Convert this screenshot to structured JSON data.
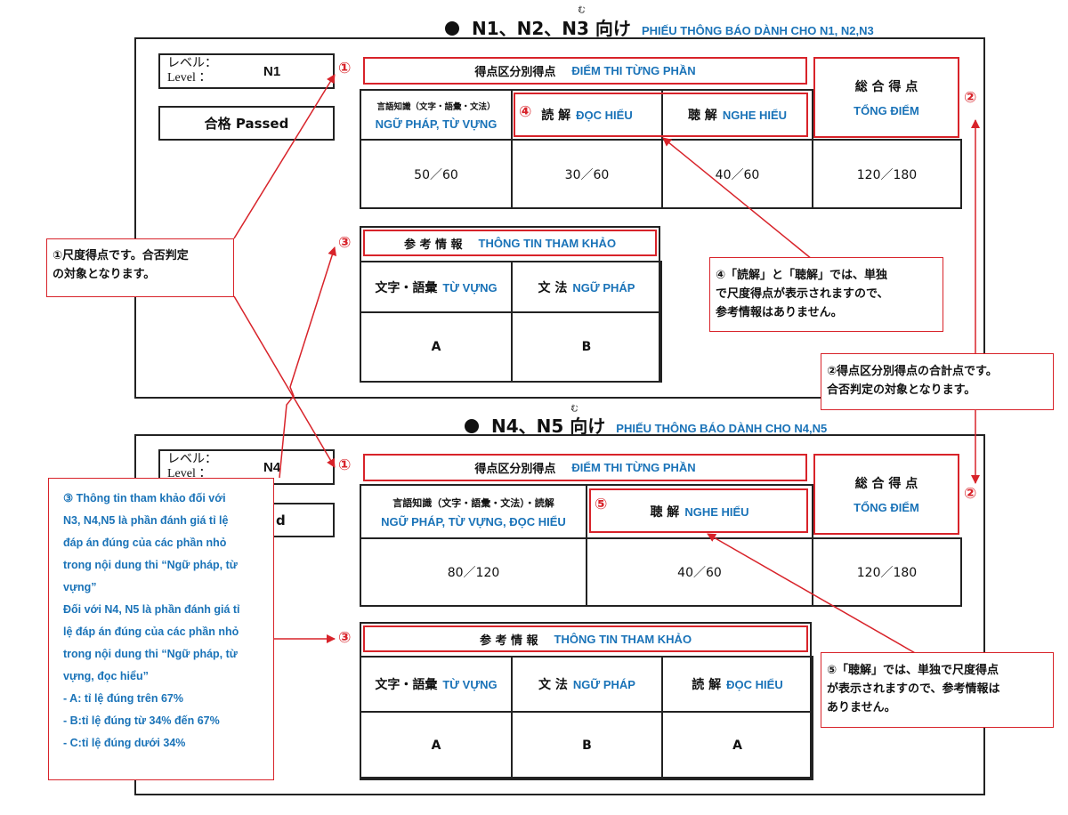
{
  "section_n1": {
    "title": "N1、N2、N3 向け",
    "furigana": "む",
    "subtitle": "PHIẾU THÔNG BÁO DÀNH CHO N1, N2,N3",
    "level_label_jp": "レベル：",
    "level_label_en": "Level ：",
    "level_value": "N1",
    "passed": "合格  Passed",
    "marker1": "①",
    "marker2": "②",
    "marker3": "③",
    "marker4": "④",
    "section_header_jp": "得点区分別得点",
    "section_header_vi": "ĐIỂM THI TỪNG PHẦN",
    "col1_jp": "言語知識（文字・語彙・文法）",
    "col1_vi": "NGỮ PHÁP, TỪ VỰNG",
    "col2_jp": "読 解",
    "col2_vi": "ĐỌC HIỂU",
    "col3_jp": "聴 解",
    "col3_vi": "NGHE HIỂU",
    "total_jp": "総 合 得 点",
    "total_vi": "TỔNG ĐIỂM",
    "scores": [
      "50／60",
      "30／60",
      "40／60",
      "120／180"
    ],
    "ref_header_jp": "参 考 情 報",
    "ref_header_vi": "THÔNG TIN THAM KHẢO",
    "ref_col1_jp": "文字・語彙",
    "ref_col1_vi": "TỪ VỰNG",
    "ref_col2_jp": "文 法",
    "ref_col2_vi": "NGỮ PHÁP",
    "ref_grades": [
      "A",
      "B"
    ]
  },
  "section_n4": {
    "title": "N4、N5 向け",
    "furigana": "む",
    "subtitle": "PHIẾU THÔNG BÁO DÀNH CHO N4,N5",
    "level_label_jp": "レベル：",
    "level_label_en": "Level ：",
    "level_value": "N4",
    "passed_partial": "d",
    "marker1": "①",
    "marker2": "②",
    "marker3": "③",
    "marker5": "⑤",
    "section_header_jp": "得点区分別得点",
    "section_header_vi": "ĐIỂM THI TỪNG PHẦN",
    "col1_jp": "言語知識（文字・語彙・文法）・読解",
    "col1_vi": "NGỮ PHÁP, TỪ VỰNG, ĐỌC HIỂU",
    "col2_jp": "聴 解",
    "col2_vi": "NGHE HIỂU",
    "total_jp": "総 合 得 点",
    "total_vi": "TỔNG ĐIỂM",
    "scores": [
      "80／120",
      "40／60",
      "120／180"
    ],
    "ref_header_jp": "参 考 情 報",
    "ref_header_vi": "THÔNG TIN THAM KHẢO",
    "ref_col1_jp": "文字・語彙",
    "ref_col1_vi": "TỪ VỰNG",
    "ref_col2_jp": "文 法",
    "ref_col2_vi": "NGỮ PHÁP",
    "ref_col3_jp": "読 解",
    "ref_col3_vi": "ĐỌC HIỂU",
    "ref_grades": [
      "A",
      "B",
      "A"
    ]
  },
  "notes": {
    "note1": [
      "①尺度得点です。合否判定",
      "の対象となります。"
    ],
    "note2": [
      "②得点区分別得点の合計点です。",
      "合否判定の対象となります。"
    ],
    "note4": [
      "④「読解」と「聴解」では、単独",
      "で尺度得点が表示されますので、",
      "参考情報はありません。"
    ],
    "note5": [
      "⑤「聴解」では、単独で尺度得点",
      "が表示されますので、参考情報は",
      "ありません。"
    ],
    "note3": [
      "③  Thông tin tham khảo đối với",
      "N3, N4,N5 là phần  đánh  giá tỉ lệ",
      "đáp án đúng của các phần nhỏ",
      "trong nội dung thi “Ngữ pháp, từ",
      "vựng”",
      "Đối với N4, N5 là phần đánh giá tỉ",
      "lệ đáp án đúng của các phần nhỏ",
      "trong nội dung thi “Ngữ pháp, từ",
      "vựng, đọc hiểu”",
      "- A: tỉ lệ đúng trên 67%",
      "- B:tỉ lệ đúng từ 34% đến 67%",
      "- C:tỉ lệ đúng dưới 34%"
    ]
  },
  "colors": {
    "accent_red": "#d8232a",
    "accent_blue": "#1a73b8"
  }
}
